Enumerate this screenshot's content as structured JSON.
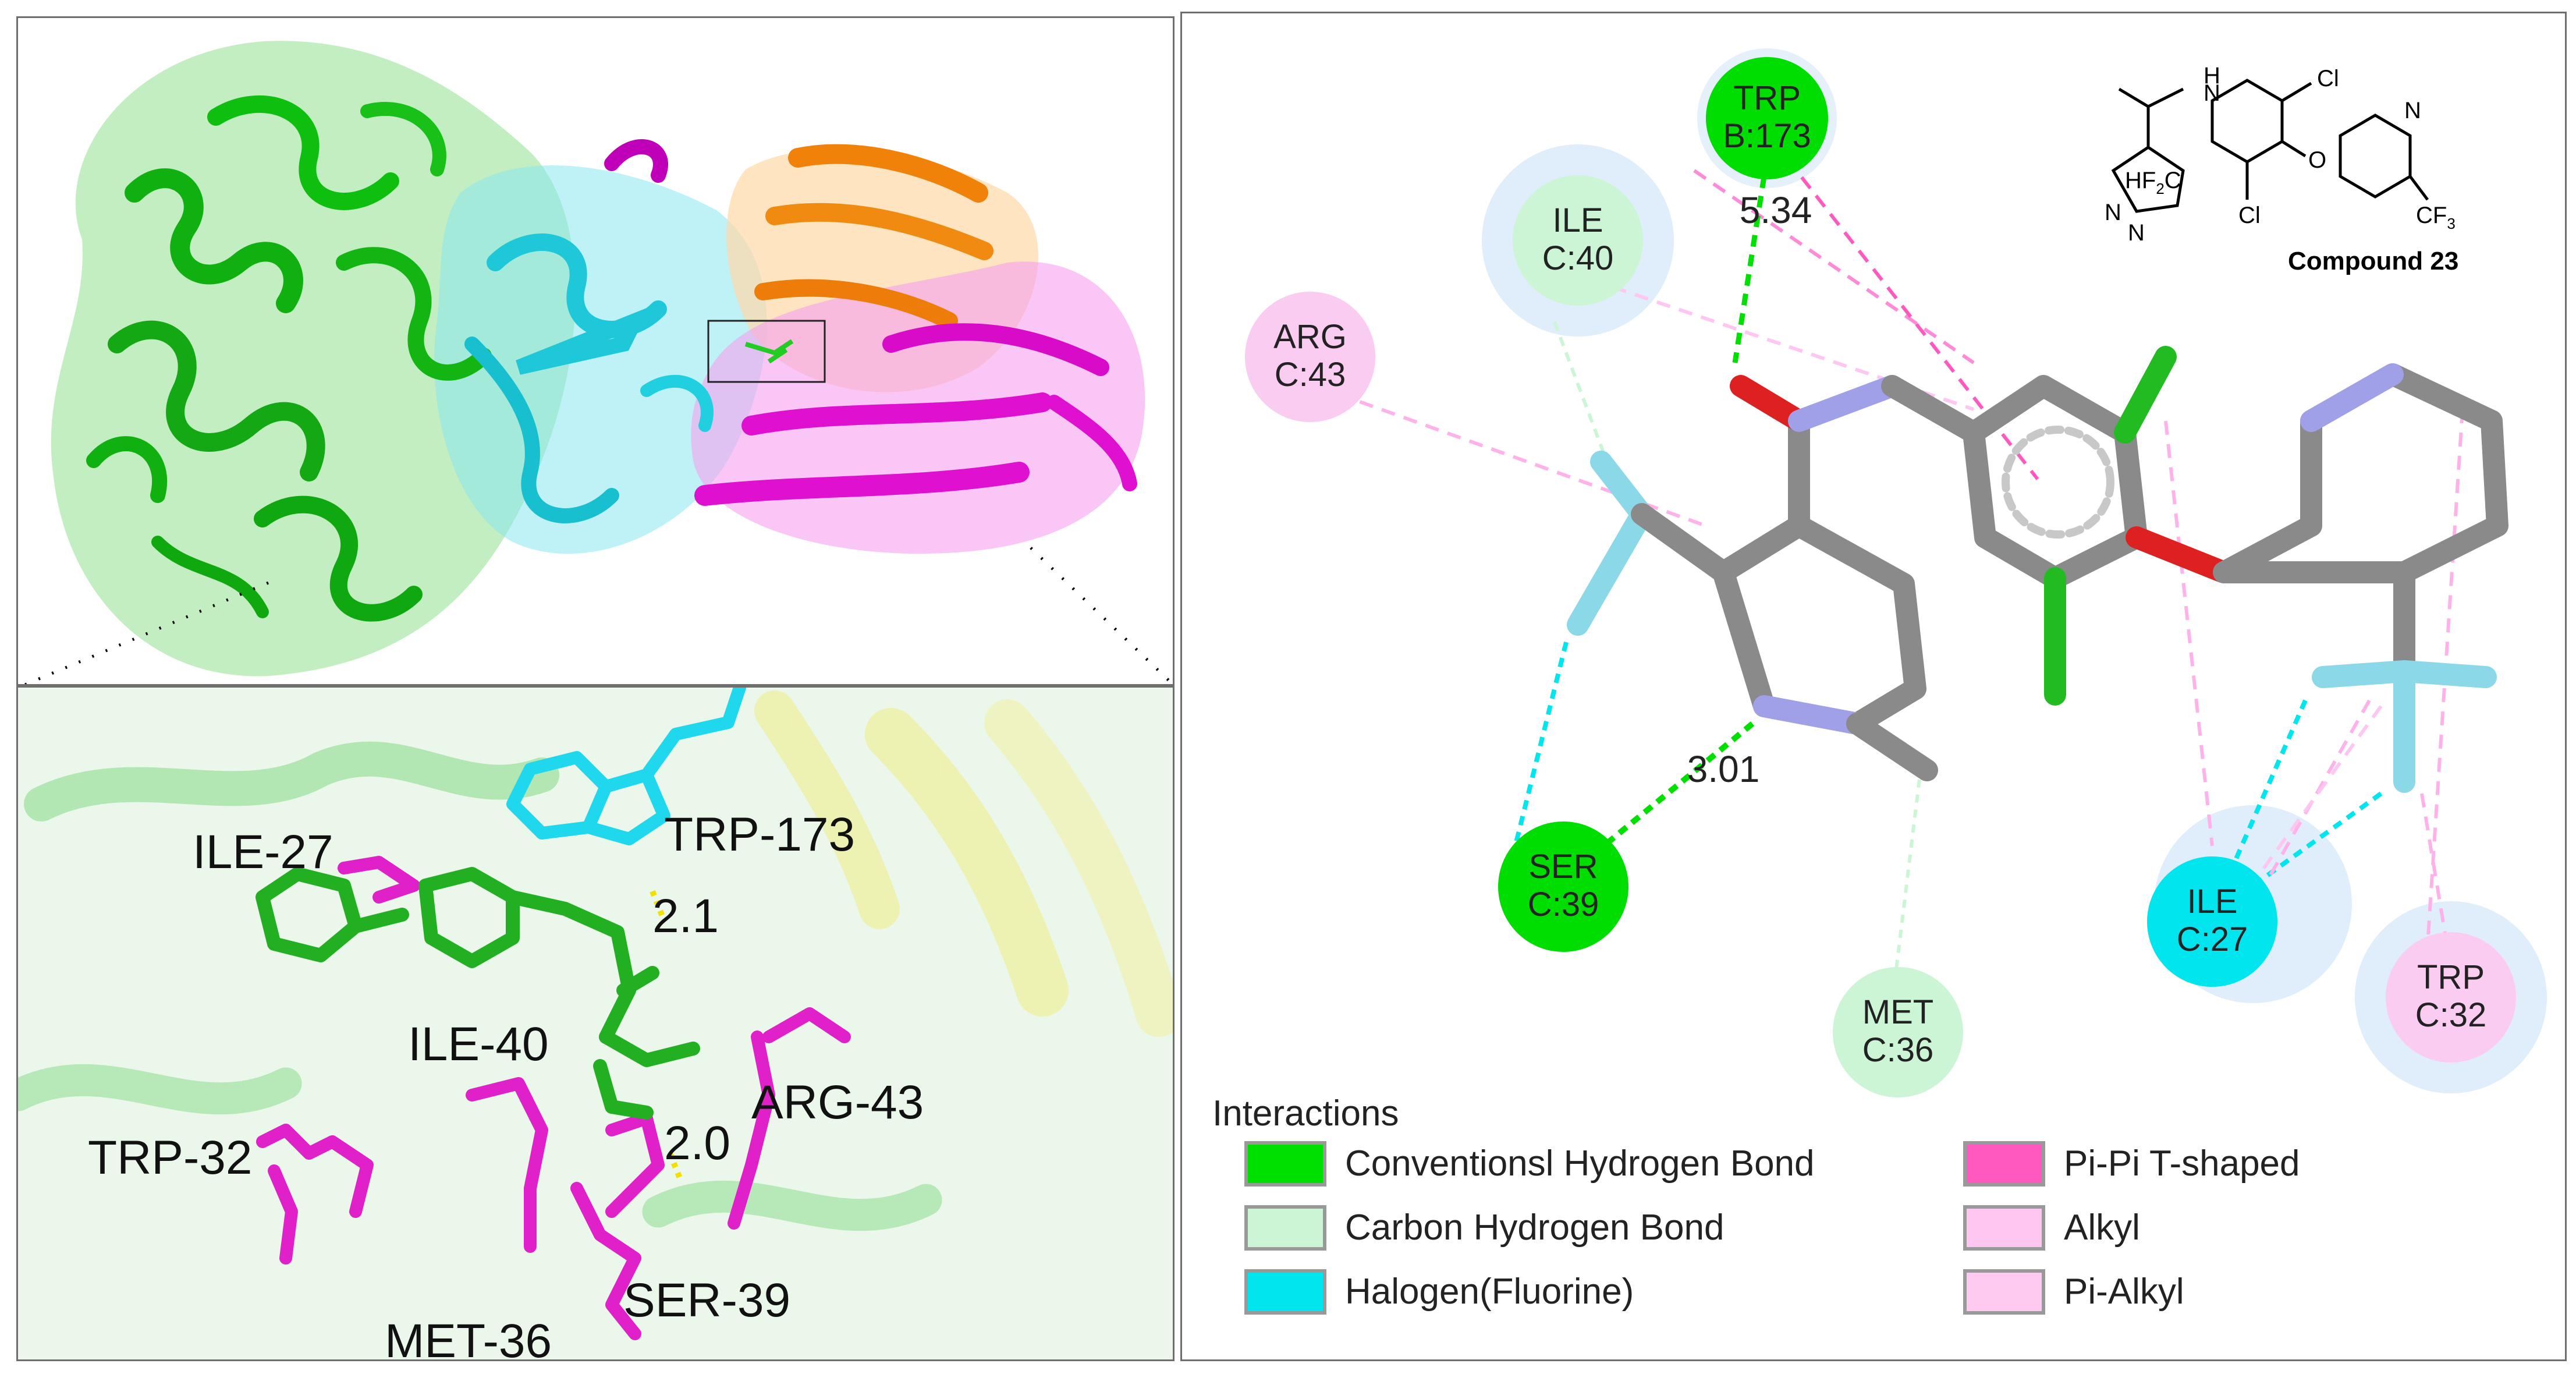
{
  "panel_3d": {
    "residue_labels": {
      "ile27": "ILE-27",
      "trp173": "TRP-173",
      "ile40": "ILE-40",
      "arg43": "ARG-43",
      "trp32": "TRP-32",
      "met36": "MET-36",
      "ser39": "SER-39"
    },
    "distances": {
      "d1": "2.1",
      "d2": "2.0"
    }
  },
  "panel_2d": {
    "residues": {
      "trp_b173": {
        "name": "TRP",
        "chain": "B:173"
      },
      "ile_c40": {
        "name": "ILE",
        "chain": "C:40"
      },
      "arg_c43": {
        "name": "ARG",
        "chain": "C:43"
      },
      "ser_c39": {
        "name": "SER",
        "chain": "C:39"
      },
      "met_c36": {
        "name": "MET",
        "chain": "C:36"
      },
      "ile_c27": {
        "name": "ILE",
        "chain": "C:27"
      },
      "trp_c32": {
        "name": "TRP",
        "chain": "C:32"
      }
    },
    "distances": {
      "trp": "5.34",
      "ser": "3.01"
    },
    "compound": {
      "label": "Compound 23",
      "atoms": {
        "n_h": "H",
        "n_h_n": "N",
        "cl_top": "Cl",
        "cl_bottom": "Cl",
        "o": "O",
        "n_py": "N",
        "hf2c": "HF",
        "hf2c_sub": "2",
        "hf2c_c": "C",
        "n1": "N",
        "n2": "N",
        "cf3": "CF",
        "cf3_sub": "3"
      }
    },
    "legend": {
      "title": "Interactions",
      "items": [
        {
          "label": "Conventionsl Hydrogen Bond",
          "color": "#00e000"
        },
        {
          "label": "Carbon Hydrogen Bond",
          "color": "#ccf5d6"
        },
        {
          "label": "Halogen(Fluorine)",
          "color": "#00e5ee"
        },
        {
          "label": "Pi-Pi T-shaped",
          "color": "#ff59c0"
        },
        {
          "label": "Alkyl",
          "color": "#ffc6f2"
        },
        {
          "label": "Pi-Alkyl",
          "color": "#ffcaf0"
        }
      ]
    }
  }
}
